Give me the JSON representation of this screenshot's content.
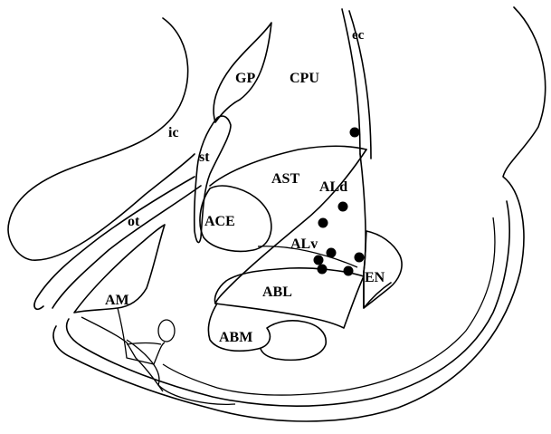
{
  "diagram": {
    "type": "anatomical-section",
    "colors": {
      "ink": "#000000",
      "background": "#ffffff"
    },
    "labels": {
      "ec": "ec",
      "gp": "GP",
      "cpu": "CPU",
      "ic": "ic",
      "st": "st",
      "ast": "AST",
      "ald": "ALd",
      "ace": "ACE",
      "ot": "ot",
      "alv": "ALv",
      "en": "EN",
      "am": "AM",
      "abl": "ABL",
      "abm": "ABM"
    },
    "marker_count": 8
  }
}
